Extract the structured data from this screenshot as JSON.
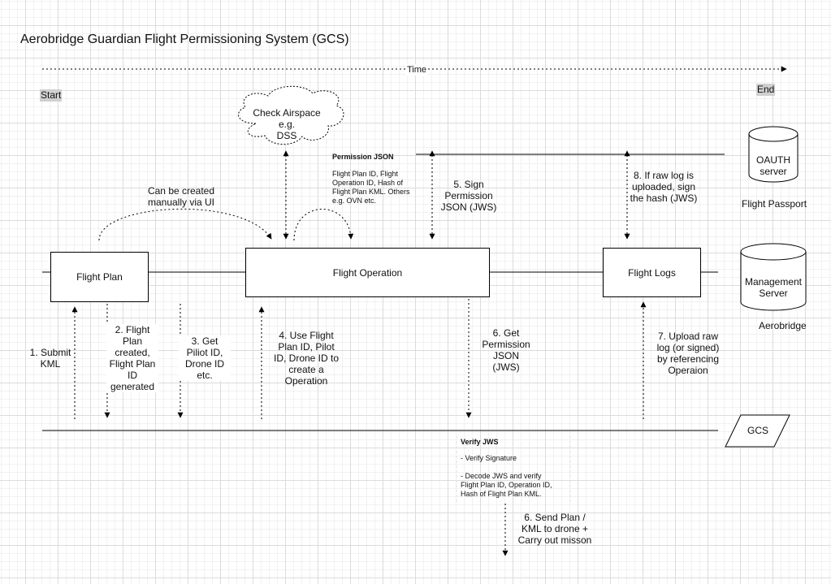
{
  "title": "Aerobridge Guardian Flight Permissioning System (GCS)",
  "timeline": {
    "label": "Time",
    "start": "Start",
    "end": "End"
  },
  "cloud": {
    "label": "Check Airspace e.g.\nDSS"
  },
  "permission_json": {
    "heading": "Permission JSON",
    "body": "Flight Plan ID, Flight\nOperation ID, Hash of\nFlight Plan KML. Others\ne.g. OVN etc."
  },
  "boxes": {
    "flight_plan": "Flight Plan",
    "flight_operation": "Flight Operation",
    "flight_logs": "Flight Logs"
  },
  "databases": {
    "oauth": {
      "label": "OAUTH\nserver",
      "caption": "Flight Passport"
    },
    "management": {
      "label": "Management\nServer",
      "caption": "Aerobridge"
    }
  },
  "gcs": "GCS",
  "notes": {
    "created_manually": "Can be created\nmanually via UI",
    "step1": "1. Submit\nKML",
    "step2": "2. Flight\nPlan\ncreated,\nFlight Plan\nID\ngenerated",
    "step3": "3. Get\nPiliot ID,\nDrone ID\netc.",
    "step4": "4. Use Flight\nPlan ID, Pilot\nID, Drone ID to\ncreate a\nOperation",
    "step5": "5. Sign\nPermission\nJSON (JWS)",
    "step6_get": "6. Get\nPermission\nJSON\n(JWS)",
    "step7": "7. Upload raw\nlog (or signed)\nby referencing\nOperaion",
    "step8": "8. If raw log is\nuploaded, sign\nthe hash (JWS)",
    "step6_send": "6. Send Plan /\nKML to drone +\nCarry out misson"
  },
  "verify": {
    "heading": "Verify JWS",
    "line1": "- Verify Signature",
    "line2": "- Decode JWS and verify\nFlight Plan ID, Operation ID,\nHash of Flight Plan KML."
  }
}
